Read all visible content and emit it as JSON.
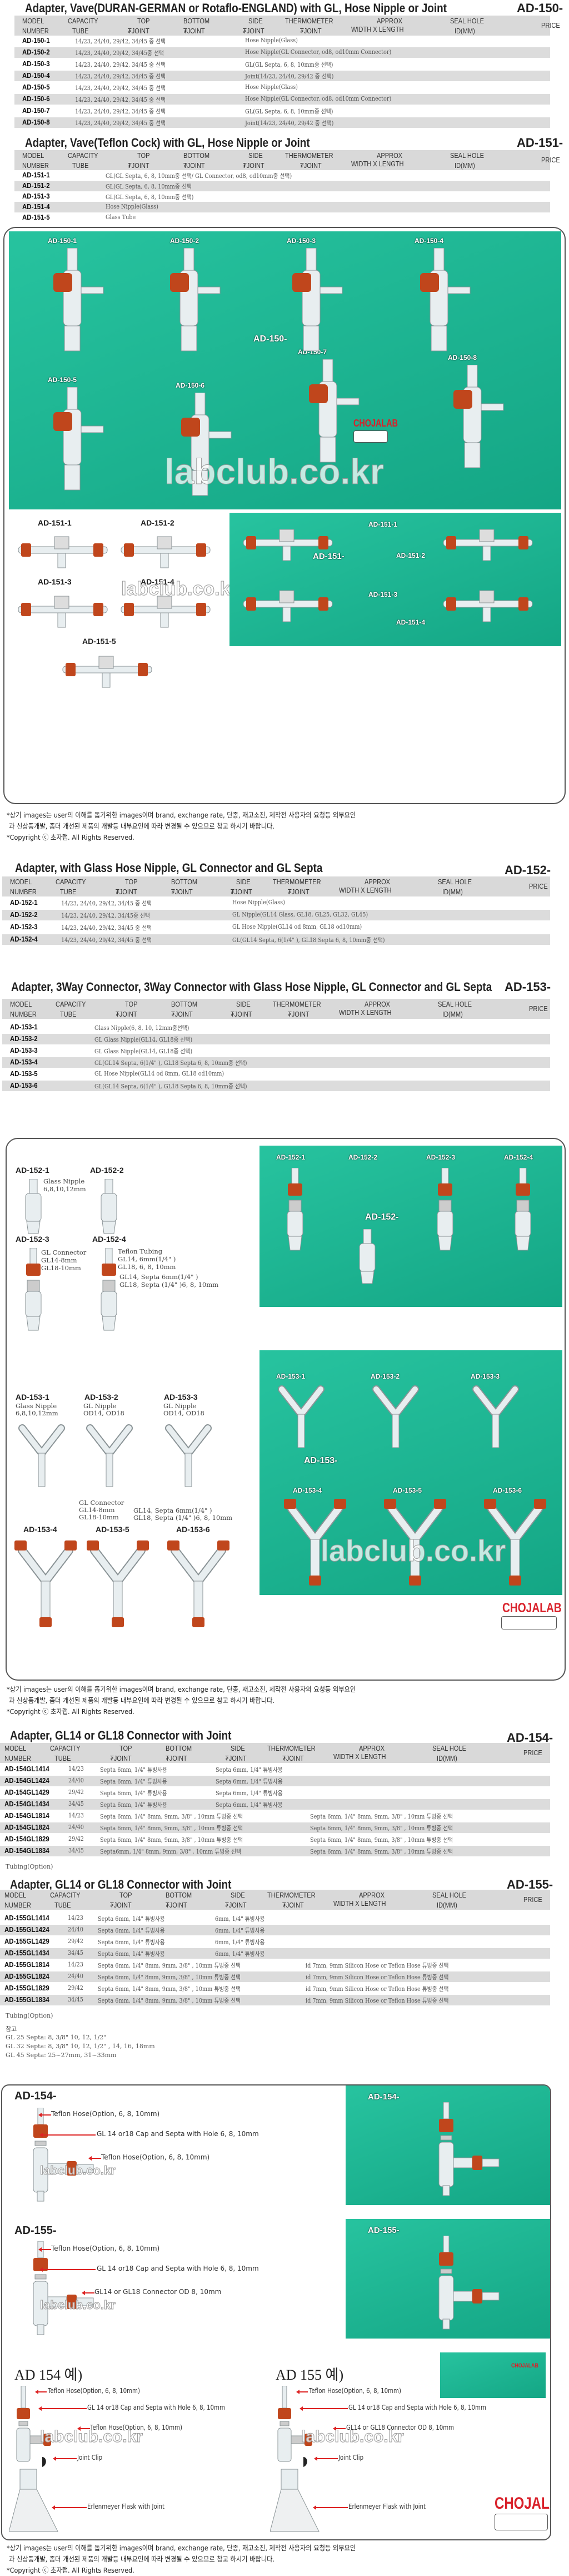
{
  "table_header": {
    "model": "MODEL",
    "number": "NUMBER",
    "capacity": "CAPACITY",
    "tube": "TUBE",
    "top": "TOP",
    "bottom": "BOTTOM",
    "side": "SIDE",
    "thermometer": "THERMOMETER",
    "joint": "₮JOINT",
    "approx": "APPROX",
    "width_length": "WIDTH X LENGTH",
    "seal_hole": "SEAL HOLE",
    "id_mm": "ID(MM)",
    "price": "PRICE"
  },
  "tables": {
    "ad150": {
      "title": "Adapter, Vave(DURAN-GERMAN or Rotaflo-ENGLAND) with GL, Hose Nipple or Joint",
      "code": "AD-150-",
      "rows": [
        {
          "model": "AD-150-1",
          "joint": "14/23, 24/40, 29/42, 34/45 중 선택",
          "side": "Hose Nipple(Glass)"
        },
        {
          "model": "AD-150-2",
          "joint": "14/23, 24/40, 29/42, 34/45중 선택",
          "side": "Hose Nipple(GL Connector, od8, od10mm  Connector)"
        },
        {
          "model": "AD-150-3",
          "joint": "14/23, 24/40, 29/42, 34/45 중 선택",
          "side": "GL(GL Septa, 6, 8, 10mm중 선택)"
        },
        {
          "model": "AD-150-4",
          "joint": "14/23, 24/40, 29/42, 34/45 중 선택",
          "side": "Joint(14/23, 24/40, 29/42 중 선택)"
        },
        {
          "model": "AD-150-5",
          "joint": "14/23, 24/40, 29/42, 34/45 중 선택",
          "side": "Hose Nipple(Glass)"
        },
        {
          "model": "AD-150-6",
          "joint": "14/23, 24/40, 29/42, 34/45 중 선택",
          "side": "Hose Nipple(GL Connector, od8, od10mm  Connector)"
        },
        {
          "model": "AD-150-7",
          "joint": "14/23, 24/40, 29/42, 34/45 중 선택",
          "side": "GL(GL Septa, 6, 8, 10mm중 선택)"
        },
        {
          "model": "AD-150-8",
          "joint": "14/23, 24/40, 29/42, 34/45 중 선택",
          "side": "Joint(14/23, 24/40, 29/42 중 선택)"
        }
      ]
    },
    "ad151": {
      "title": "Adapter, Vave(Teflon Cock) with GL, Hose Nipple or Joint",
      "code": "AD-151-",
      "rows": [
        {
          "model": "AD-151-1",
          "side": "GL(GL Septa, 6, 8, 10mm중 선택/ GL Connector, od8, od10mm중 선택)"
        },
        {
          "model": "AD-151-2",
          "side": "GL(GL Septa, 6, 8, 10mm중 선택"
        },
        {
          "model": "AD-151-3",
          "side": "GL(GL Septa, 6, 8, 10mm중 선택)"
        },
        {
          "model": "AD-151-4",
          "side": "Hose Nipple(Glass)"
        },
        {
          "model": "AD-151-5",
          "side": "Glass Tube"
        }
      ]
    },
    "ad152": {
      "title": "Adapter, with Glass Hose Nipple, GL Connector and GL Septa",
      "code": "AD-152-",
      "rows": [
        {
          "model": "AD-152-1",
          "joint": "14/23, 24/40, 29/42, 34/45 중 선택",
          "side": "Hose Nipple(Glass)"
        },
        {
          "model": "AD-152-2",
          "joint": "14/23, 24/40, 29/42, 34/45중 선택",
          "side": "GL Nipple(GL14 Glass, GL18, GL25, GL32, GL45)"
        },
        {
          "model": "AD-152-3",
          "joint": "14/23, 24/40, 29/42, 34/45 중 선택",
          "side": "GL Hose Nipple(GL14 od 8mm, GL18 od10mm)"
        },
        {
          "model": "AD-152-4",
          "joint": "14/23, 24/40, 29/42, 34/45 중 선택",
          "side": "GL(GL14 Septa, 6(1/4\" ), GL18 Septa 6, 8, 10mm중 선택)"
        }
      ]
    },
    "ad153": {
      "title": "Adapter, 3Way Connector, 3Way Connector with Glass Hose Nipple, GL Connector and GL Septa",
      "code": "AD-153-",
      "rows": [
        {
          "model": "AD-153-1",
          "side": "Glass Nipple(6, 8, 10, 12mm중선택)"
        },
        {
          "model": "AD-153-2",
          "side": "GL Glass Nipple(GL14, GL18중 선택)"
        },
        {
          "model": "AD-153-3",
          "side": "GL Glass Nipple(GL14, GL18중 선택)"
        },
        {
          "model": "AD-153-4",
          "side": "GL(GL14 Septa, 6(1/4\" ), GL18 Septa 6, 8, 10mm중 선택)"
        },
        {
          "model": "AD-153-5",
          "side": "GL Hose Nipple(GL14 od 8mm, GL18 od10mm)"
        },
        {
          "model": "AD-153-6",
          "side": "GL(GL14 Septa, 6(1/4\" ), GL18 Septa 6, 8, 10mm중 선택)"
        }
      ]
    },
    "ad154": {
      "title": "Adapter, GL14 or GL18 Connector with Joint",
      "code": "AD-154-",
      "rows": [
        {
          "model": "AD-154GL1414",
          "capacity": "14/23",
          "top": "Septa 6mm, 1/4\" 튜빙사용",
          "side": "Septa 6mm, 1/4\" 튜빙사용"
        },
        {
          "model": "AD-154GL1424",
          "capacity": "24/40",
          "top": "Septa 6mm, 1/4\" 튜빙사용",
          "side": "Septa 6mm, 1/4\" 튜빙사용"
        },
        {
          "model": "AD-154GL1429",
          "capacity": "29/42",
          "top": "Septa 6mm, 1/4\" 튜빙사용",
          "side": "Septa 6mm, 1/4\" 튜빙사용"
        },
        {
          "model": "AD-154GL1434",
          "capacity": "34/45",
          "top": "Septa 6mm, 1/4\" 튜빙사용",
          "side": "Septa 6mm, 1/4\" 튜빙사용"
        },
        {
          "model": "AD-154GL1814",
          "capacity": "14/23",
          "top": "Septa 6mm, 1/4\" 8mm, 9mm, 3/8\" , 10mm 튜빙중 선택",
          "extra": "Septa 6mm, 1/4\" 8mm, 9mm, 3/8\" , 10mm 튜빙중 선택"
        },
        {
          "model": "AD-154GL1824",
          "capacity": "24/40",
          "top": "Septa 6mm, 1/4\" 8mm, 9mm, 3/8\" , 10mm 튜빙중 선택",
          "extra": "Septa 6mm, 1/4\" 8mm, 9mm, 3/8\" , 10mm 튜빙중 선택"
        },
        {
          "model": "AD-154GL1829",
          "capacity": "29/42",
          "top": "Septa 6mm, 1/4\" 8mm, 9mm, 3/8\" , 10mm 튜빙중 선택",
          "extra": "Septa 6mm, 1/4\" 8mm, 9mm, 3/8\" , 10mm 튜빙중 선택"
        },
        {
          "model": "AD-154GL1834",
          "capacity": "34/45",
          "top": "Septa6mm, 1/4\" 8mm, 9mm, 3/8\" , 10mm 튜빙중 선택",
          "extra": "Septa 6mm, 1/4\" 8mm, 9mm, 3/8\" , 10mm 튜빙중 선택"
        }
      ],
      "footnote": "Tubing(Option)"
    },
    "ad155": {
      "title": "Adapter, GL14 or GL18 Connector with Joint",
      "code": "AD-155-",
      "rows": [
        {
          "model": "AD-155GL1414",
          "capacity": "14/23",
          "top": "Septa 6mm, 1/4\" 튜빙사용",
          "side": "6mm, 1/4\" 튜빙사용"
        },
        {
          "model": "AD-155GL1424",
          "capacity": "24/40",
          "top": "Septa 6mm, 1/4\" 튜빙사용",
          "side": "6mm, 1/4\" 튜빙사용"
        },
        {
          "model": "AD-155GL1429",
          "capacity": "29/42",
          "top": "Septa 6mm, 1/4\" 튜빙사용",
          "side": "6mm, 1/4\" 튜빙사용"
        },
        {
          "model": "AD-155GL1434",
          "capacity": "34/45",
          "top": "Septa 6mm, 1/4\" 튜빙사용",
          "side": "6mm, 1/4\" 튜빙사용"
        },
        {
          "model": "AD-155GL1814",
          "capacity": "14/23",
          "top": "Septa 6mm, 1/4\" 8mm, 9mm, 3/8\" , 10mm 튜빙중 선택",
          "extra": "id 7mm, 9mm Silicon Hose or Teflon Hose 튜빙중 선택"
        },
        {
          "model": "AD-155GL1824",
          "capacity": "24/40",
          "top": "Septa 6mm, 1/4\" 8mm, 9mm, 3/8\" , 10mm 튜빙중 선택",
          "extra": "id 7mm, 9mm Silicon Hose or Teflon Hose 튜빙중 선택"
        },
        {
          "model": "AD-155GL1829",
          "capacity": "29/42",
          "top": "Septa 6mm, 1/4\" 8mm, 9mm, 3/8\" , 10mm 튜빙중 선택",
          "extra": "id 7mm, 9mm Silicon Hose or Teflon Hose 튜빙중 선택"
        },
        {
          "model": "AD-155GL1834",
          "capacity": "34/45",
          "top": "Septa 6mm, 1/4\" 8mm, 9mm, 3/8\" , 10mm 튜빙중 선택",
          "extra": "id 7mm, 9mm Silicon Hose or Teflon Hose 튜빙중 선택"
        }
      ],
      "footnote": "Tubing(Option)",
      "reference": {
        "heading": "참고",
        "lines": [
          "GL 25 Septa: 8, 3/8\" 10, 12, 1/2\"",
          "GL 32 Septa: 8, 3/8\" 10, 12, 1/2\" , 14, 16, 18mm",
          "GL 45 Septa: 25~27mm, 31~33mm"
        ]
      }
    }
  },
  "notice": {
    "line1": "*상기 images는 user의 이해를 돕기위한 images이며 brand, exchange rate, 단종, 재고소진, 제작전 사용자의 요청등 외부요인",
    "line2": "과 신상품개발, 좀더 개선된 제품의 개발등 내부요인에 따라 변경될 수 있으므로 참고 하시기 바랍니다.",
    "copyright": "*Copyright ⓒ 초자랩.    All Rights Reserved."
  },
  "watermark": "labclub.co.kr",
  "brand": "CHOJALAB",
  "panel1": {
    "photo_labels": [
      "AD-150-1",
      "AD-150-2",
      "AD-150-3",
      "AD-150-4",
      "AD-150-",
      "AD-150-5",
      "AD-150-6",
      "AD-150-7",
      "AD-150-8"
    ],
    "diagram_labels": [
      "AD-151-1",
      "AD-151-2",
      "AD-151-3",
      "AD-151-4",
      "AD-151-5"
    ],
    "photo2_labels": [
      "AD-151-",
      "AD-151-1",
      "AD-151-2",
      "AD-151-3",
      "AD-151-4"
    ]
  },
  "panel2": {
    "d152": [
      {
        "label": "AD-152-1",
        "text": [
          "Glass Nipple",
          "6,8,10,12mm"
        ]
      },
      {
        "label": "AD-152-2",
        "text": []
      },
      {
        "label": "AD-152-3",
        "text": [
          "GL Connector",
          "GL14-8mm",
          "GL18-10mm"
        ]
      },
      {
        "label": "AD-152-4",
        "text": [
          "Teflon Tubing",
          "GL14, 6mm(1/4\" )",
          "GL18, 6, 8, 10mm"
        ]
      }
    ],
    "d152_septa": [
      "GL14, Septa 6mm(1/4\" )",
      "GL18, Septa (1/4\" )6, 8, 10mm"
    ],
    "d153": [
      {
        "label": "AD-153-1",
        "text": [
          "Glass Nipple",
          "6,8,10,12mm"
        ]
      },
      {
        "label": "AD-153-2",
        "text": [
          "GL Nipple",
          "OD14, OD18"
        ]
      },
      {
        "label": "AD-153-3",
        "text": [
          "GL Nipple",
          "OD14, OD18"
        ]
      },
      {
        "label": "AD-153-4"
      },
      {
        "label": "AD-153-5"
      },
      {
        "label": "AD-153-6"
      }
    ],
    "d153_connector": [
      "GL Connector",
      "GL14-8mm",
      "GL18-10mm"
    ],
    "d153_septa": [
      "GL14, Septa 6mm(1/4\" )",
      "GL18, Septa (1/4\" )6, 8, 10mm"
    ],
    "photo1_labels": [
      "AD-152-1",
      "AD-152-2",
      "AD-152-3",
      "AD-152-4",
      "AD-152-"
    ],
    "photo2_labels": [
      "AD-153-1",
      "AD-153-2",
      "AD-153-3",
      "AD-153-",
      "AD-153-4",
      "AD-153-5",
      "AD-153-6"
    ]
  },
  "panel3": {
    "ad154": {
      "label": "AD-154-",
      "teflon_top": "Teflon Hose(Option, 6, 8, 10mm)",
      "cap": "GL 14 or18 Cap and Septa with Hole 6, 8, 10mm",
      "side": "Teflon Hose(Option, 6, 8, 10mm)"
    },
    "ad155": {
      "label": "AD-155-",
      "teflon_top": "Teflon Hose(Option, 6, 8, 10mm)",
      "cap": "GL 14 or18 Cap and Septa with Hole 6, 8, 10mm",
      "side": "GL14 or GL18 Connector OD 8, 10mm"
    },
    "ex154": {
      "title": "AD 154 예)",
      "teflon_top": "Teflon Hose(Option, 6, 8, 10mm)",
      "cap": "GL 14 or18 Cap and Septa with Hole 6, 8, 10mm",
      "side": "Teflon Hose(Option, 6, 8, 10mm)",
      "clip": "Joint Clip",
      "flask": "Erlenmeyer Flask with Joint"
    },
    "ex155": {
      "title": "AD 155 예)",
      "teflon_top": "Teflon Hose(Option, 6, 8, 10mm)",
      "cap": "GL 14 or18 Cap and Septa with Hole 6, 8, 10mm",
      "side": "GL14 or GL18 Connector OD 8, 10mm",
      "clip": "Joint Clip",
      "flask": "Erlenmeyer Flask with Joint"
    }
  }
}
